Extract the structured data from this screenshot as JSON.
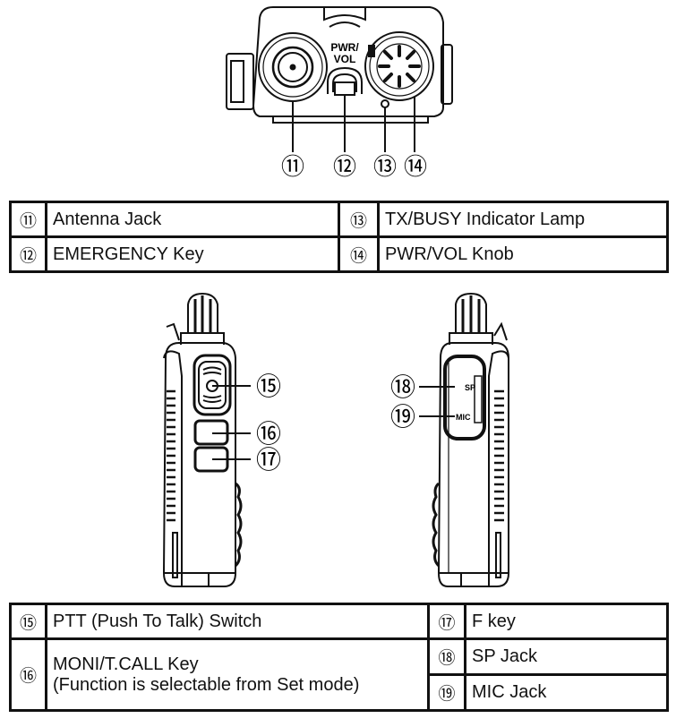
{
  "top_view": {
    "label_pwr": "PWR/",
    "label_vol": "VOL",
    "callouts": [
      "⑪",
      "⑫",
      "⑬",
      "⑭"
    ]
  },
  "table_top": {
    "rows": [
      [
        {
          "num": "⑪",
          "label": "Antenna Jack"
        },
        {
          "num": "⑬",
          "label": "TX/BUSY Indicator Lamp"
        }
      ],
      [
        {
          "num": "⑫",
          "label": "EMERGENCY Key"
        },
        {
          "num": "⑭",
          "label": "PWR/VOL Knob"
        }
      ]
    ]
  },
  "side_views": {
    "left_callouts": [
      "⑮",
      "⑯",
      "⑰"
    ],
    "right_callouts": [
      "⑱",
      "⑲"
    ],
    "label_sp": "SP",
    "label_mic": "MIC"
  },
  "table_bottom": {
    "r15": {
      "num": "⑮",
      "label": "PTT (Push To Talk) Switch"
    },
    "r16": {
      "num": "⑯",
      "label_line1": "MONI/T.CALL Key",
      "label_line2": "(Function is selectable from Set mode)"
    },
    "r17": {
      "num": "⑰",
      "label": "F key"
    },
    "r18": {
      "num": "⑱",
      "label": "SP Jack"
    },
    "r19": {
      "num": "⑲",
      "label": "MIC Jack"
    }
  },
  "colors": {
    "ink": "#111111",
    "paper": "#ffffff"
  }
}
